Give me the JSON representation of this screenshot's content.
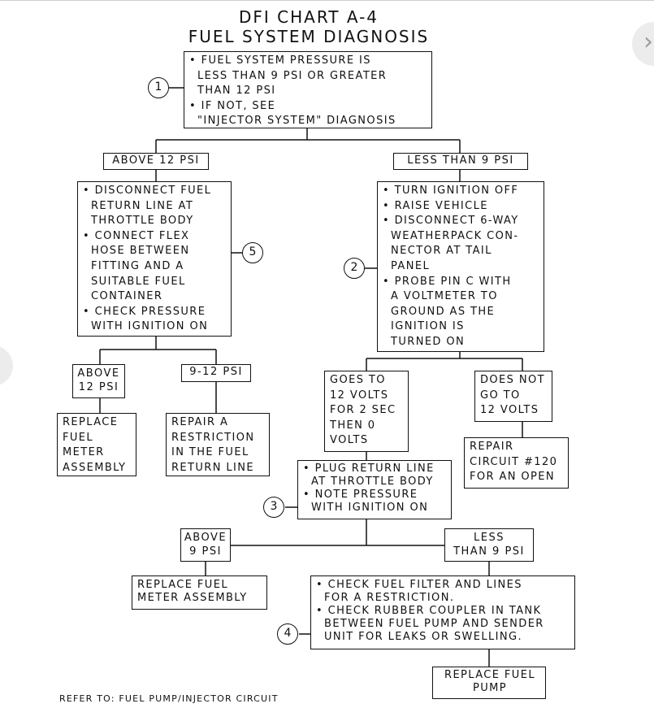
{
  "title": {
    "line1": "DFI CHART A-4",
    "line2": "FUEL SYSTEM DIAGNOSIS"
  },
  "start_box": [
    "• FUEL SYSTEM PRESSURE IS",
    "LESS THAN 9 PSI OR GREATER",
    "THAN 12 PSI",
    "• IF NOT, SEE",
    "\"INJECTOR SYSTEM\" DIAGNOSIS"
  ],
  "step_numbers": {
    "s1": "1",
    "s2": "2",
    "s3": "3",
    "s4": "4",
    "s5": "5"
  },
  "branch_labels": {
    "above12": "ABOVE 12 PSI",
    "less9": "LESS THAN 9 PSI",
    "above12_small_1": "ABOVE",
    "above12_small_2": "12 PSI",
    "range_9_12": "9-12 PSI",
    "goes12_1": "GOES TO",
    "goes12_2": "12 VOLTS",
    "goes12_3": "FOR 2 SEC",
    "goes12_4": "THEN 0",
    "goes12_5": "VOLTS",
    "notgo_1": "DOES NOT",
    "notgo_2": "GO TO",
    "notgo_3": "12 VOLTS",
    "above9_1": "ABOVE",
    "above9_2": "9 PSI",
    "less9b_1": "LESS",
    "less9b_2": "THAN 9 PSI"
  },
  "box_disconnect": [
    "• DISCONNECT FUEL",
    "RETURN LINE AT",
    "THROTTLE BODY",
    "• CONNECT FLEX",
    "HOSE BETWEEN",
    "FITTING AND A",
    "SUITABLE FUEL",
    "CONTAINER",
    "• CHECK PRESSURE",
    "WITH IGNITION ON"
  ],
  "box_ignition": [
    "• TURN IGNITION OFF",
    "• RAISE VEHICLE",
    "• DISCONNECT 6-WAY",
    "WEATHERPACK CON-",
    "NECTOR AT TAIL",
    "PANEL",
    "• PROBE PIN C WITH",
    "A VOLTMETER TO",
    "GROUND AS THE",
    "IGNITION IS",
    "TURNED ON"
  ],
  "box_replace_meter": [
    "REPLACE",
    "FUEL",
    "METER",
    "ASSEMBLY"
  ],
  "box_repair_restriction": [
    "REPAIR A",
    "RESTRICTION",
    "IN THE FUEL",
    "RETURN LINE"
  ],
  "box_repair_circuit": [
    "REPAIR",
    "CIRCUIT #120",
    "FOR AN OPEN"
  ],
  "box_plug": [
    "• PLUG RETURN LINE",
    "AT THROTTLE BODY",
    "• NOTE PRESSURE",
    "WITH IGNITION ON"
  ],
  "box_replace_meter2": [
    "REPLACE FUEL",
    "METER ASSEMBLY"
  ],
  "box_check_filter": [
    "• CHECK FUEL FILTER AND LINES",
    "FOR A RESTRICTION.",
    "• CHECK RUBBER COUPLER IN TANK",
    "BETWEEN FUEL PUMP AND SENDER",
    "UNIT FOR LEAKS OR SWELLING."
  ],
  "box_replace_pump": [
    "REPLACE FUEL",
    "PUMP"
  ],
  "footer_note": "REFER TO: FUEL PUMP/INJECTOR CIRCUIT",
  "nav": {
    "next_glyph": "›",
    "prev_glyph": ""
  }
}
